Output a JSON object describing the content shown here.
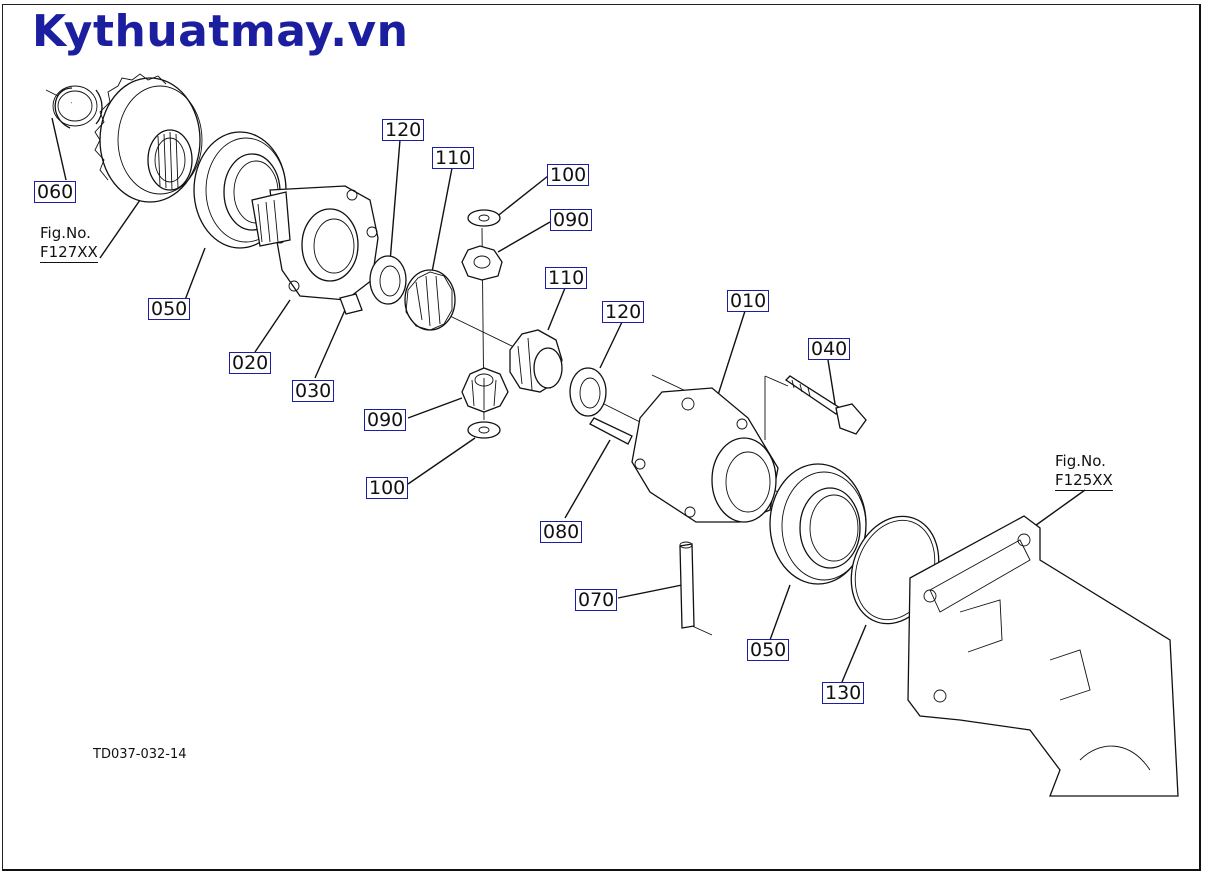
{
  "brand": "Kythuatmay.vn",
  "drawing_id": "TD037-032-14",
  "fig_refs": [
    {
      "label": "Fig.No.",
      "code": "F127XX"
    },
    {
      "label": "Fig.No.",
      "code": "F125XX"
    }
  ],
  "callouts": [
    {
      "key": "060",
      "text": "060"
    },
    {
      "key": "050a",
      "text": "050"
    },
    {
      "key": "020",
      "text": "020"
    },
    {
      "key": "030",
      "text": "030"
    },
    {
      "key": "120a",
      "text": "120"
    },
    {
      "key": "110a",
      "text": "110"
    },
    {
      "key": "100a",
      "text": "100"
    },
    {
      "key": "090a",
      "text": "090"
    },
    {
      "key": "110b",
      "text": "110"
    },
    {
      "key": "120b",
      "text": "120"
    },
    {
      "key": "090b",
      "text": "090"
    },
    {
      "key": "100b",
      "text": "100"
    },
    {
      "key": "010",
      "text": "010"
    },
    {
      "key": "040",
      "text": "040"
    },
    {
      "key": "080",
      "text": "080"
    },
    {
      "key": "070",
      "text": "070"
    },
    {
      "key": "050b",
      "text": "050"
    },
    {
      "key": "130",
      "text": "130"
    }
  ]
}
